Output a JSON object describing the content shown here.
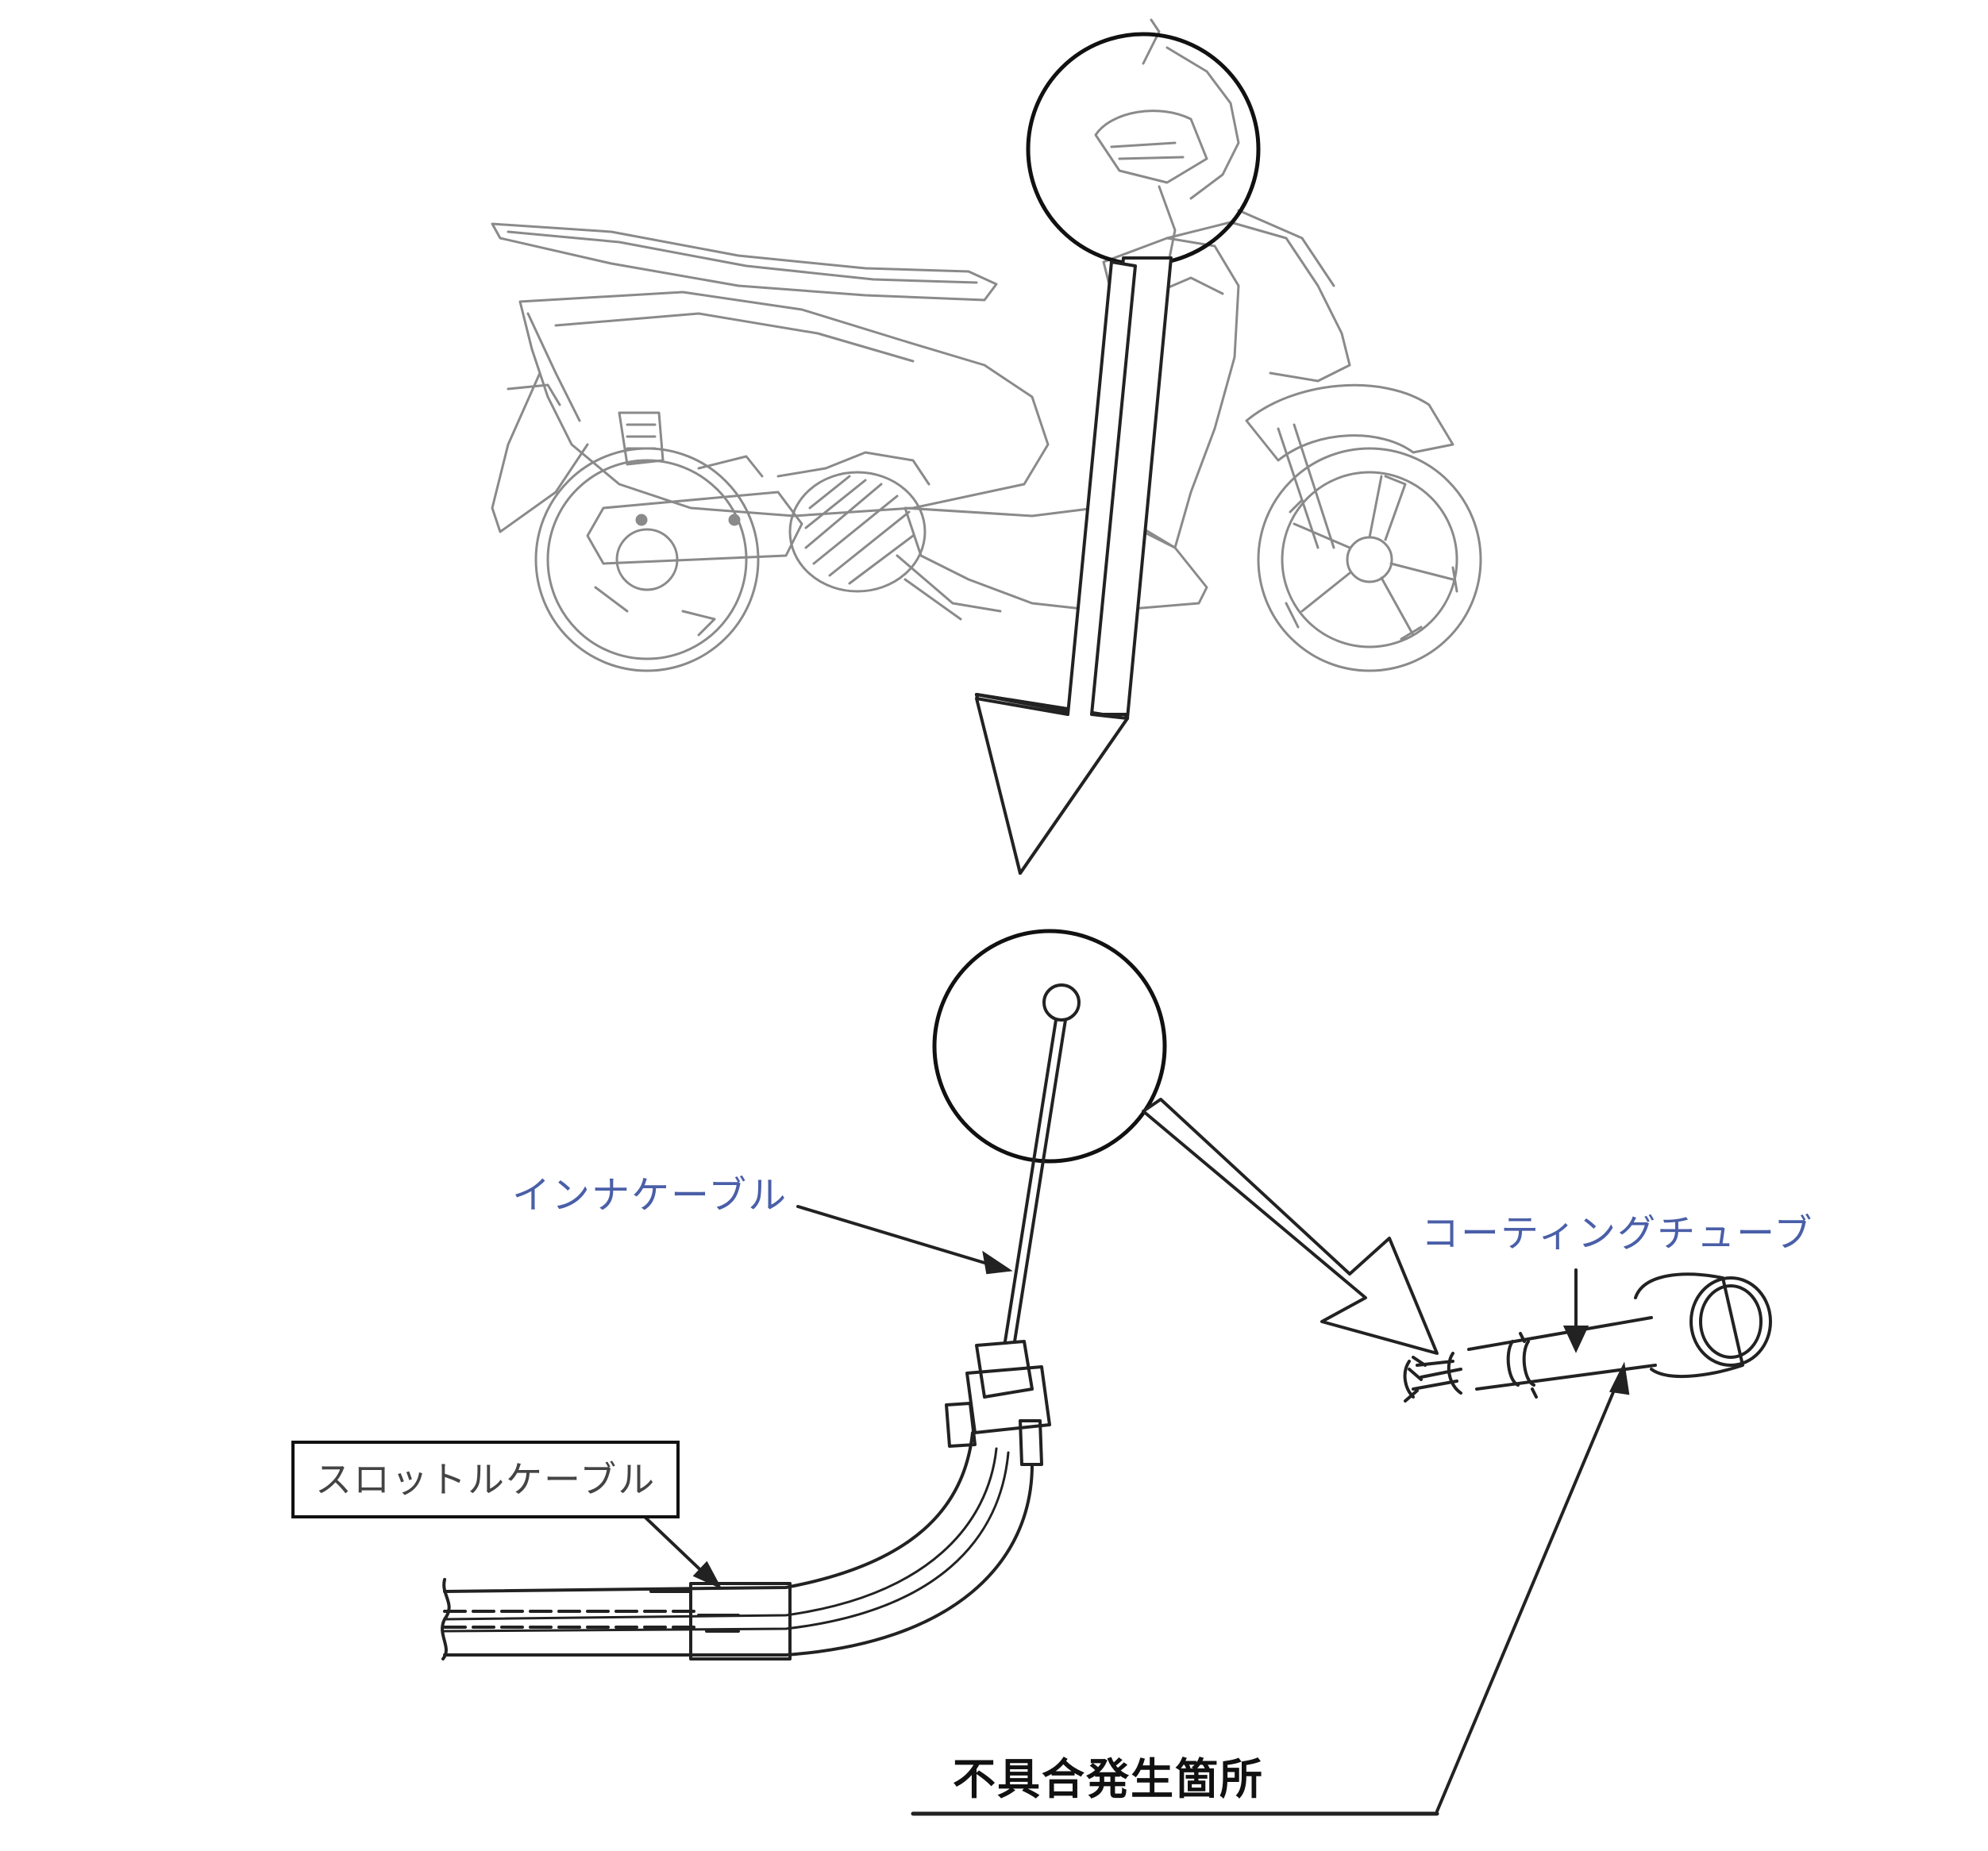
{
  "labels": {
    "inner_cable": "インナケーブル",
    "coating_tube": "コーティングチューブ",
    "throttle_cable": "スロットルケーブル",
    "defect_location": "不具合発生箇所"
  },
  "colors": {
    "line": "#222222",
    "light_line": "#8a8a8a",
    "label_blue": "#4a5fa8"
  }
}
